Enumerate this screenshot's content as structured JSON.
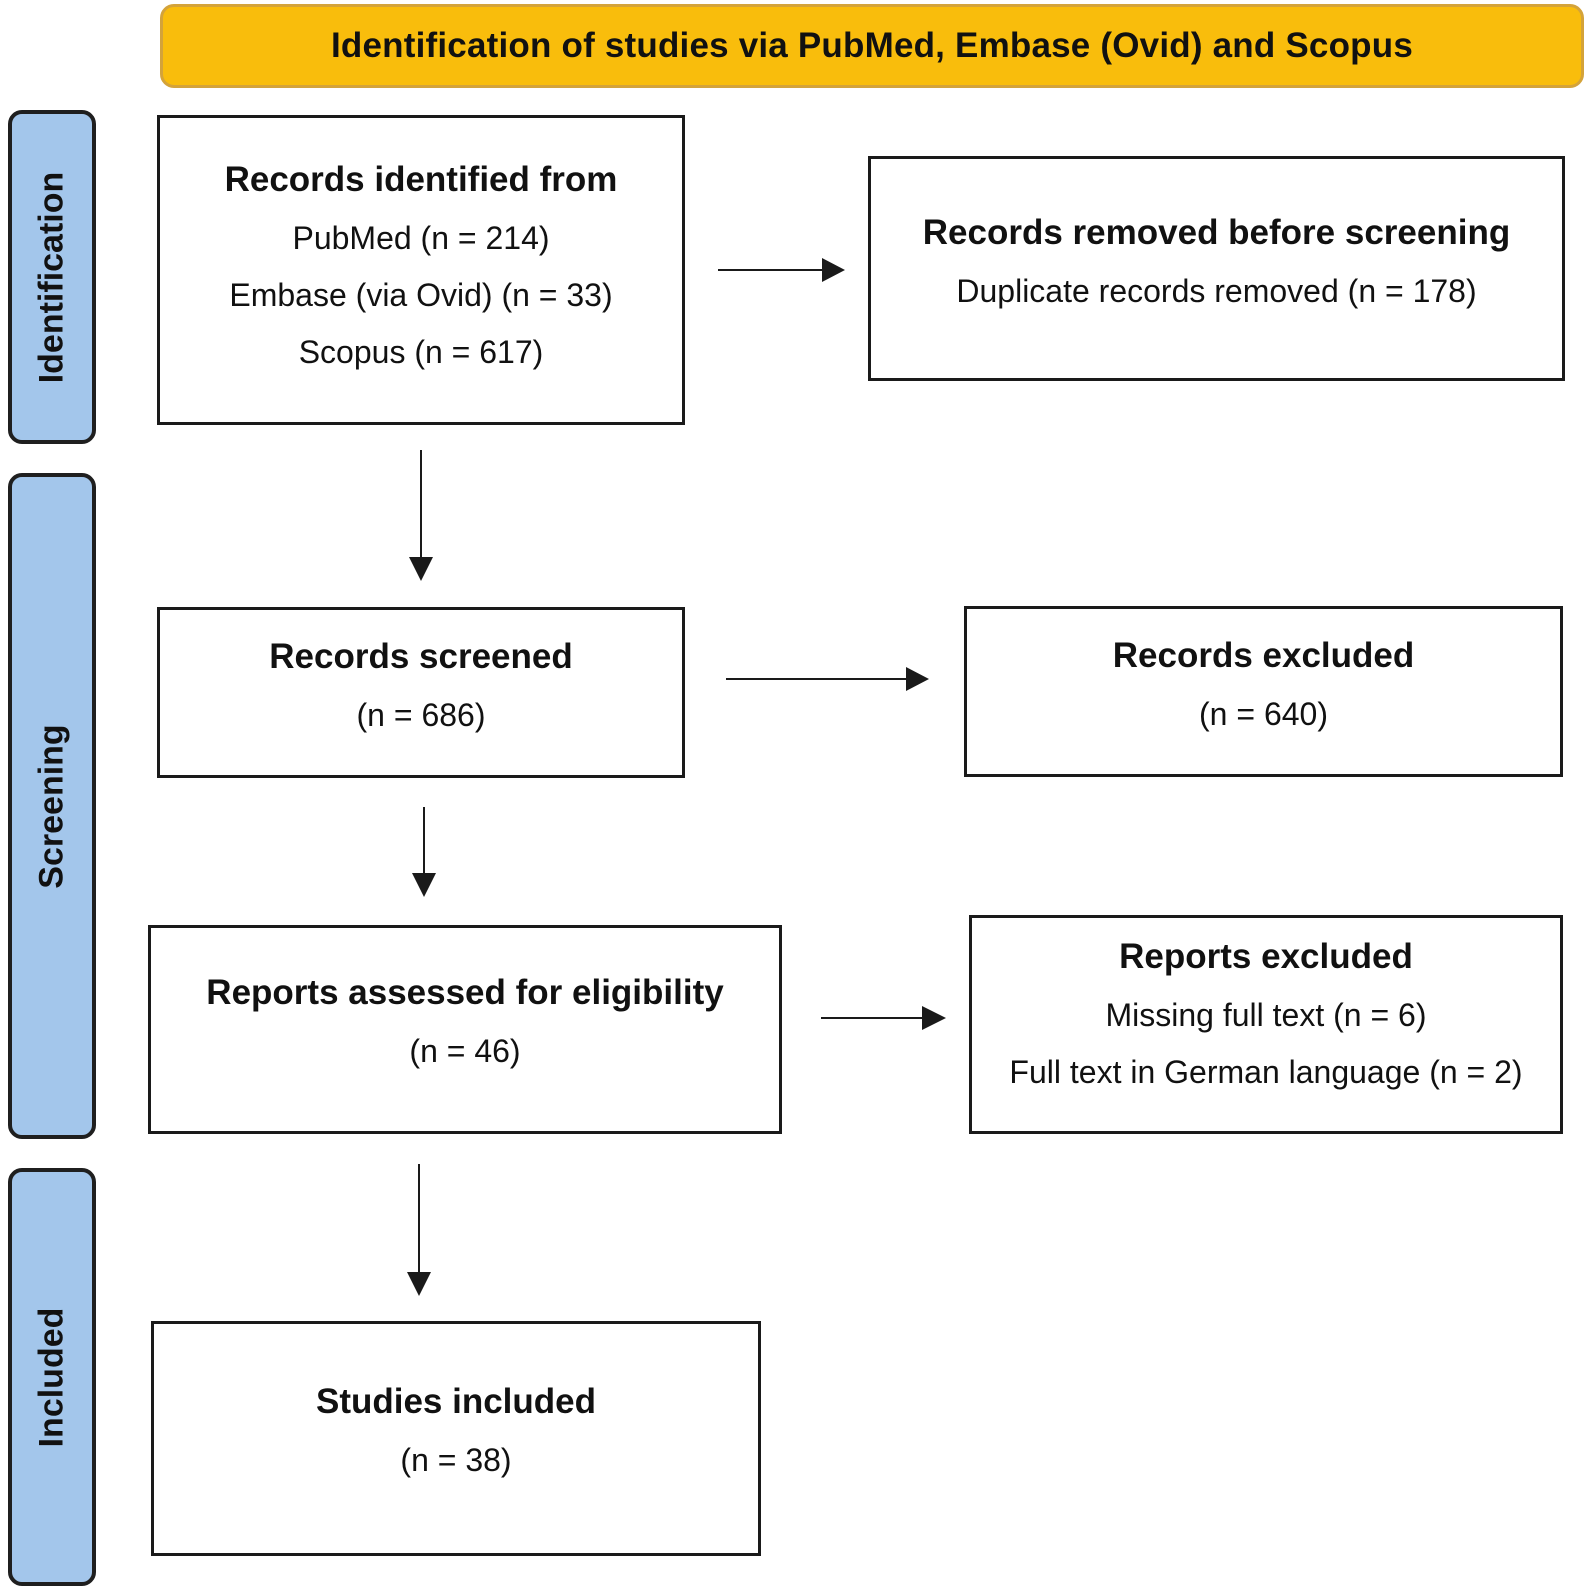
{
  "header": {
    "title": "Identification of studies via PubMed, Embase (Ovid) and Scopus"
  },
  "phases": {
    "identification": "Identification",
    "screening": "Screening",
    "included": "Included"
  },
  "boxes": {
    "records_identified": {
      "title": "Records identified from",
      "lines": [
        "PubMed (n = 214)",
        "Embase (via Ovid) (n = 33)",
        "Scopus (n = 617)"
      ]
    },
    "records_removed": {
      "title": "Records removed before screening",
      "lines": [
        "Duplicate records removed (n = 178)"
      ]
    },
    "records_screened": {
      "title": "Records screened",
      "lines": [
        "(n = 686)"
      ]
    },
    "records_excluded": {
      "title": "Records excluded",
      "lines": [
        "(n = 640)"
      ]
    },
    "reports_assessed": {
      "title": "Reports assessed for eligibility",
      "lines": [
        "(n = 46)"
      ]
    },
    "reports_excluded": {
      "title": "Reports excluded",
      "lines": [
        "Missing full text (n = 6)",
        "Full text in German language (n = 2)"
      ]
    },
    "studies_included": {
      "title": "Studies included",
      "lines": [
        "(n = 38)"
      ]
    }
  },
  "colors": {
    "header_fill": "#f9bd0c",
    "phase_fill": "#a3c6eb",
    "line": "#1a1a1a"
  }
}
